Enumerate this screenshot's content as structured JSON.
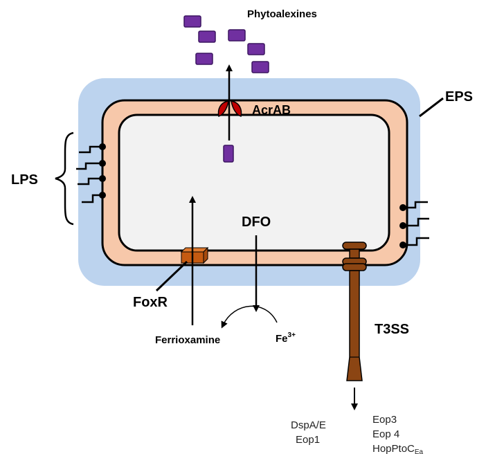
{
  "labels": {
    "phytoalexines": "Phytoalexines",
    "acrab": "AcrAB",
    "eps": "EPS",
    "lps": "LPS",
    "dfo": "DFO",
    "foxr": "FoxR",
    "ferrioxamine": "Ferrioxamine",
    "fe_base": "Fe",
    "fe_sup": "3+",
    "t3ss": "T3SS",
    "effectors_left": [
      "DspA/E",
      "Eop1"
    ],
    "effectors_right_1": "Eop3",
    "effectors_right_2": "Eop 4",
    "effectors_right_3_base": "HopPtoC",
    "effectors_right_3_sub": "Ea"
  },
  "colors": {
    "eps_layer": "#bcd3ee",
    "membrane": "#f7c8aa",
    "cytoplasm": "#f2f2f2",
    "phytoalexine": "#7030a0",
    "acrab": "#c00000",
    "foxr": "#c55a11",
    "t3ss": "#8b4513"
  }
}
